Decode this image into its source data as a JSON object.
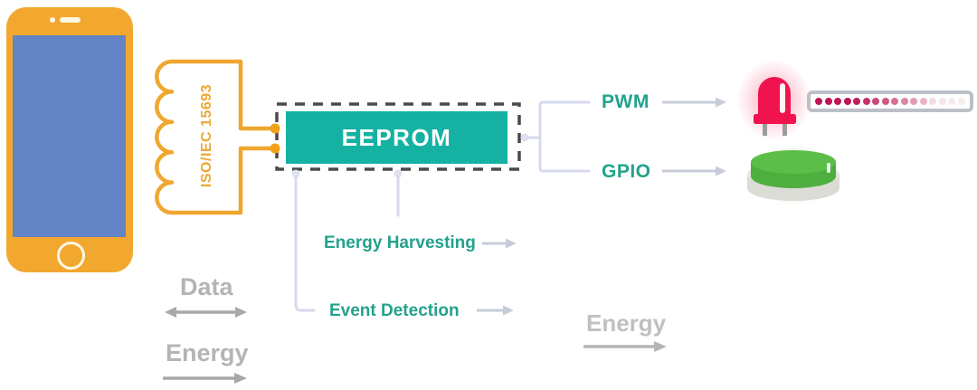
{
  "antenna": {
    "label": "ISO/IEC 15693",
    "icon": "antenna-coil-icon"
  },
  "eeprom": {
    "label": "EEPROM"
  },
  "pwm": {
    "label": "PWM"
  },
  "gpio": {
    "label": "GPIO"
  },
  "energy_harvesting": {
    "label": "Energy Harvesting"
  },
  "event_detection": {
    "label": "Event Detection"
  },
  "data_flow": {
    "label": "Data",
    "direction": "bidirectional"
  },
  "energy_flow_left": {
    "label": "Energy",
    "direction": "right"
  },
  "energy_flow_right": {
    "label": "Energy",
    "direction": "right"
  },
  "phone": {
    "icon": "smartphone-icon"
  },
  "led": {
    "icon": "led-icon"
  },
  "button": {
    "icon": "push-button-icon"
  },
  "led_strip": {
    "icon": "led-strip-icon",
    "dot_colors": [
      "#be1557",
      "#be1557",
      "#be1557",
      "#be1557",
      "#c11d5d",
      "#c53268",
      "#ca4677",
      "#cf5883",
      "#d76f97",
      "#dd85a7",
      "#e29bb6",
      "#e9b3c7",
      "#f3dde4",
      "#f5e6ea",
      "#f6ebee",
      "#f7eef0"
    ]
  },
  "colors": {
    "accent_yellow": "#f2a82f",
    "screen_blue": "#6384c5",
    "eeprom_teal": "#15b2a3",
    "label_teal": "#23a28c",
    "label_gray": "#b4b4b4",
    "wire_lavender": "#d7daee",
    "arrow_light_gray": "#c7ccd8",
    "arrow_gray": "#a8a8a8",
    "dashed_border": "#4a4a4a",
    "led_pink": "#f0134e",
    "button_green": "#5cbe49"
  }
}
